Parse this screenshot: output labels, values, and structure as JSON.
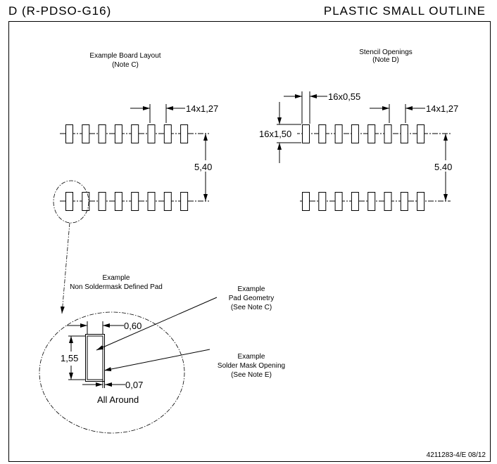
{
  "header": {
    "package_code": "D (R-PDSO-G16)",
    "package_type": "PLASTIC SMALL OUTLINE"
  },
  "board_layout": {
    "title": "Example Board Layout",
    "note": "(Note C)",
    "pitch_label": "14x1,27",
    "row_spacing_label": "5,40",
    "pads_per_row": 8
  },
  "stencil": {
    "title": "Stencil Openings",
    "note": "(Note D)",
    "width_label": "16x0,55",
    "length_label": "16x1,50",
    "pitch_label": "14x1,27",
    "row_spacing_label": "5.40",
    "pads_per_row": 8
  },
  "detail": {
    "title_line1": "Example",
    "title_line2": "Non Soldermask Defined Pad",
    "pad_width_label": "0,60",
    "pad_length_label": "1,55",
    "clearance_label": "0,07",
    "clearance_note": "All Around",
    "pad_geometry": [
      "Example",
      "Pad Geometry",
      "(See Note C)"
    ],
    "mask_opening": [
      "Example",
      "Solder Mask Opening",
      "(See Note E)"
    ]
  },
  "footer": {
    "drawing_number": "4211283-4/E  08/12"
  }
}
